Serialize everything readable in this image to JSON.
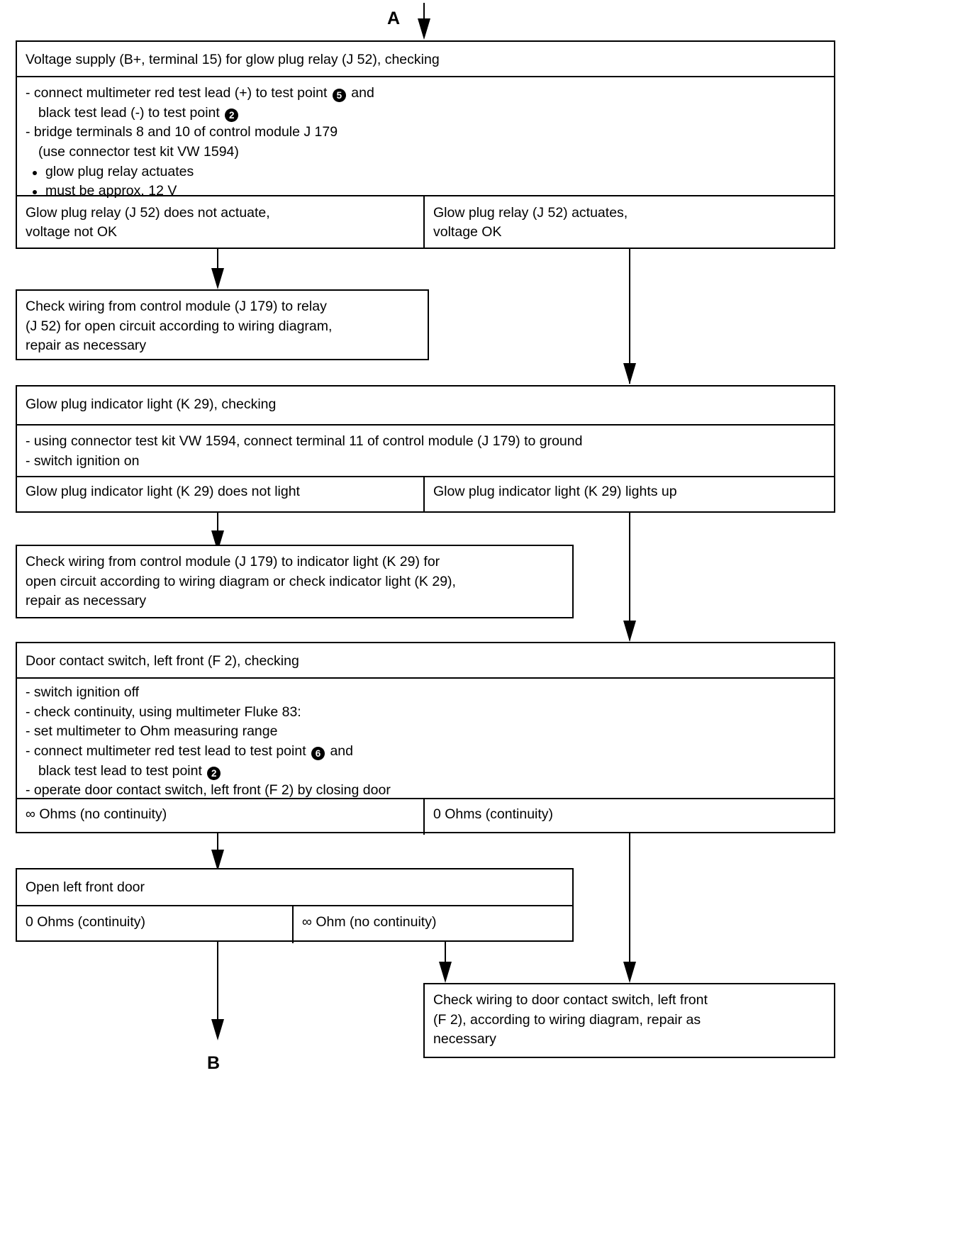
{
  "markers": {
    "top_label": "A",
    "bottom_label": "B"
  },
  "blocks": {
    "voltage_supply": {
      "title": "Voltage supply (B+, terminal 15) for glow plug relay (J 52), checking",
      "steps": [
        "- connect multimeter red test lead (+) to test point",
        "black  test lead (-) to test point",
        "- bridge terminals 8 and 10 of control module J 179",
        "(use connector test kit VW 1594)",
        "glow plug relay actuates",
        "must  be approx. 12 V"
      ],
      "step1_tail": "and",
      "testpoint_red": "5",
      "testpoint_black": "2",
      "result_left_line1": "Glow plug relay (J 52) does not actuate,",
      "result_left_line2": "voltage not OK",
      "result_right_line1": "Glow plug relay (J 52) actuates,",
      "result_right_line2": "voltage OK"
    },
    "check_wiring_relay": {
      "line1": "Check wiring from control module (J 179) to relay",
      "line2": "(J 52)  for open circuit according to wiring diagram,",
      "line3": "repair as necessary"
    },
    "indicator_light": {
      "title": "Glow plug indicator light (K 29), checking",
      "step1": "- using connector test kit VW 1594, connect terminal 11 of control module (J 179) to ground",
      "step2": "- switch ignition on",
      "result_left": "Glow plug indicator light (K 29) does not light",
      "result_right": "Glow plug indicator light (K 29)  lights up"
    },
    "check_wiring_indicator": {
      "line1": "Check wiring from control module (J 179) to indicator light (K 29) for",
      "line2": "open circuit according to wiring  diagram or check indicator light (K 29),",
      "line3": "repair as necessary"
    },
    "door_contact": {
      "title": "Door contact switch, left front (F 2), checking",
      "steps": [
        "- switch ignition off",
        "- check continuity, using multimeter Fluke 83:",
        "- set multimeter to Ohm measuring range",
        "- connect multimeter red test lead to test point",
        "black test lead to test point",
        "- operate door contact switch, left front (F 2)  by closing door"
      ],
      "step4_tail": "and",
      "testpoint_red": "6",
      "testpoint_black": "2",
      "result_left": "∞ Ohms (no continuity)",
      "result_right": "0 Ohms (continuity)"
    },
    "open_door": {
      "title": "Open left front door",
      "result_left": "0 Ohms (continuity)",
      "result_right": "∞ Ohm (no continuity)"
    },
    "check_wiring_door": {
      "line1": "Check wiring to door contact switch, left front",
      "line2": "(F 2), according to  wiring diagram, repair as",
      "line3": "necessary"
    }
  }
}
